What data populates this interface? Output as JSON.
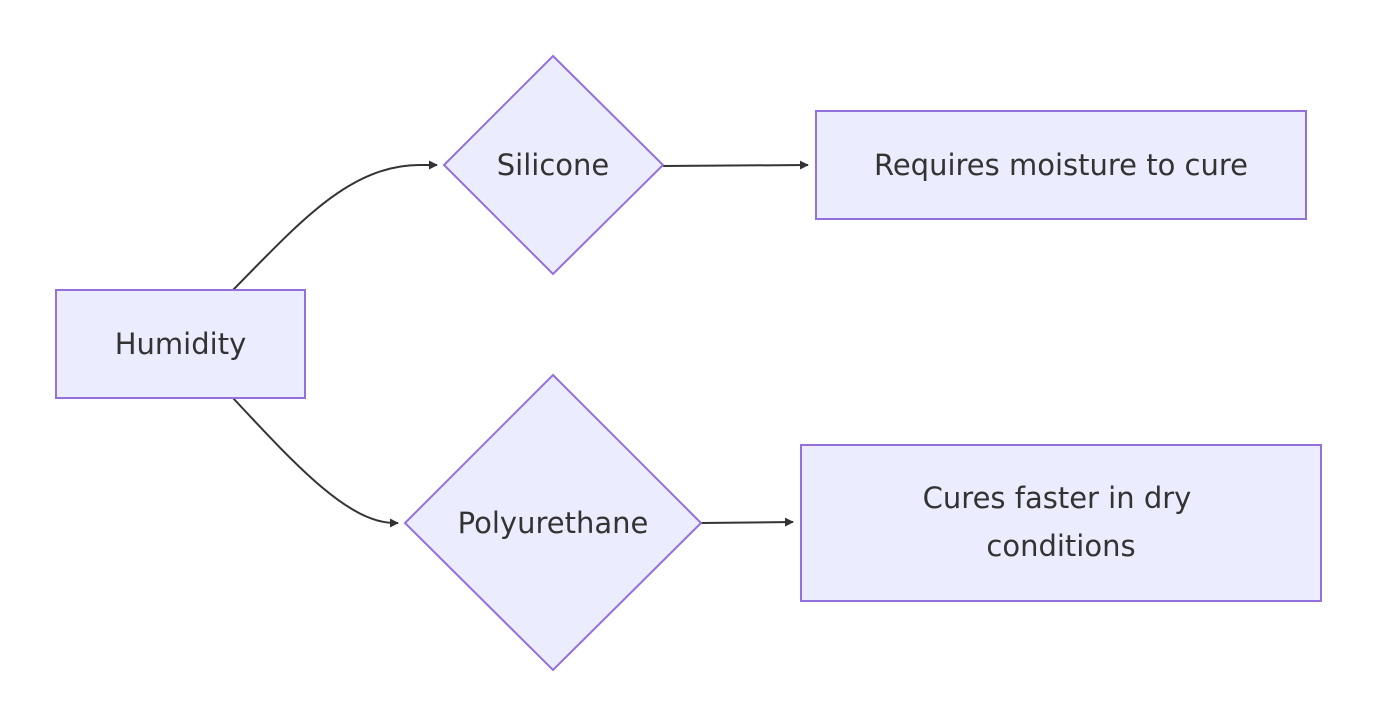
{
  "diagram": {
    "type": "flowchart",
    "direction": "left-to-right",
    "colors": {
      "node_fill": "#ECECFF",
      "node_stroke": "#9370DB",
      "edge": "#333333",
      "text": "#333333"
    },
    "nodes": {
      "humidity": {
        "label": "Humidity",
        "shape": "rectangle"
      },
      "silicone": {
        "label": "Silicone",
        "shape": "diamond"
      },
      "polyurethane": {
        "label": "Polyurethane",
        "shape": "diamond"
      },
      "requires_moisture": {
        "label": "Requires moisture to cure",
        "shape": "rectangle"
      },
      "cures_faster": {
        "label_lines": [
          "Cures faster in dry",
          "conditions"
        ],
        "shape": "rectangle"
      }
    },
    "edges": [
      {
        "from": "Humidity",
        "to": "Silicone"
      },
      {
        "from": "Humidity",
        "to": "Polyurethane"
      },
      {
        "from": "Silicone",
        "to": "Requires moisture to cure"
      },
      {
        "from": "Polyurethane",
        "to": "Cures faster in dry conditions"
      }
    ]
  }
}
